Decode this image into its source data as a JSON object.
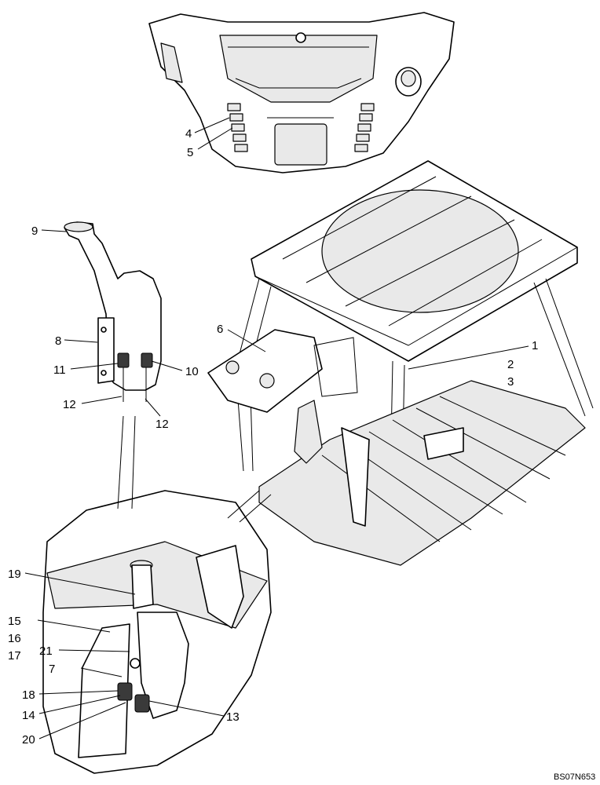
{
  "diagram": {
    "callouts": [
      {
        "id": "c1",
        "text": "1"
      },
      {
        "id": "c2",
        "text": "2"
      },
      {
        "id": "c3",
        "text": "3"
      },
      {
        "id": "c4",
        "text": "4"
      },
      {
        "id": "c5",
        "text": "5"
      },
      {
        "id": "c6",
        "text": "6"
      },
      {
        "id": "c7",
        "text": "7"
      },
      {
        "id": "c8",
        "text": "8"
      },
      {
        "id": "c9",
        "text": "9"
      },
      {
        "id": "c10",
        "text": "10"
      },
      {
        "id": "c11",
        "text": "11"
      },
      {
        "id": "c12a",
        "text": "12"
      },
      {
        "id": "c12b",
        "text": "12"
      },
      {
        "id": "c13",
        "text": "13"
      },
      {
        "id": "c14",
        "text": "14"
      },
      {
        "id": "c15",
        "text": "15"
      },
      {
        "id": "c16",
        "text": "16"
      },
      {
        "id": "c17",
        "text": "17"
      },
      {
        "id": "c18",
        "text": "18"
      },
      {
        "id": "c19",
        "text": "19"
      },
      {
        "id": "c20",
        "text": "20"
      },
      {
        "id": "c21",
        "text": "21"
      }
    ],
    "reference_code": "BS07N653"
  }
}
